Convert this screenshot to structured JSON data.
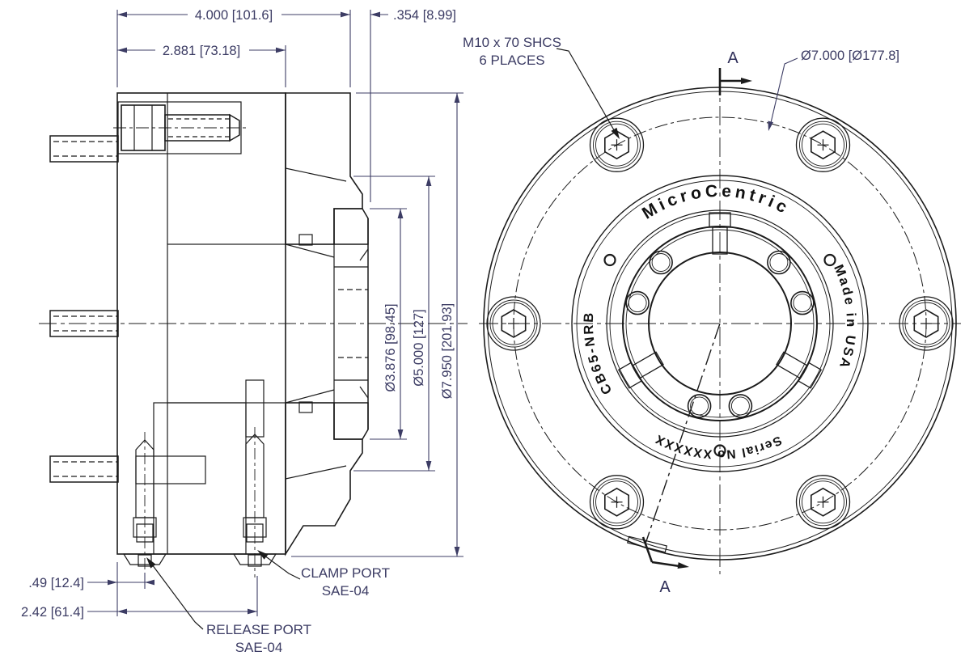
{
  "dimensions": {
    "length_overall": "4.000 [101.6]",
    "length_body": "2.881 [73.18]",
    "nose_protrusion": ".354 [8.99]",
    "dia_collet": "Ø3.876 [98.45]",
    "dia_pilot": "Ø5.000 [127]",
    "dia_flange": "Ø7.950 [201.93]",
    "dia_bolt_circle": "Ø7.000 [Ø177.8]",
    "port_offset_release": ".49 [12.4]",
    "port_offset_clamp": "2.42 [61.4]"
  },
  "notes": {
    "screws_line1": "M10 x 70 SHCS",
    "screws_line2": "6 PLACES",
    "clamp_port_line1": "CLAMP PORT",
    "clamp_port_line2": "SAE-04",
    "release_port_line1": "RELEASE PORT",
    "release_port_line2": "SAE-04"
  },
  "section_labels": {
    "top": "A",
    "bottom": "A"
  },
  "engravings": {
    "brand": "MicroCentric",
    "model": "CB65-NRB",
    "origin": "Made in USA",
    "serial_label": "Serial No",
    "serial_value": "XXXXXX"
  },
  "colors": {
    "dimension_ink": "#3c3c64",
    "drawing_ink": "#1b1b1b",
    "paper": "#ffffff"
  }
}
